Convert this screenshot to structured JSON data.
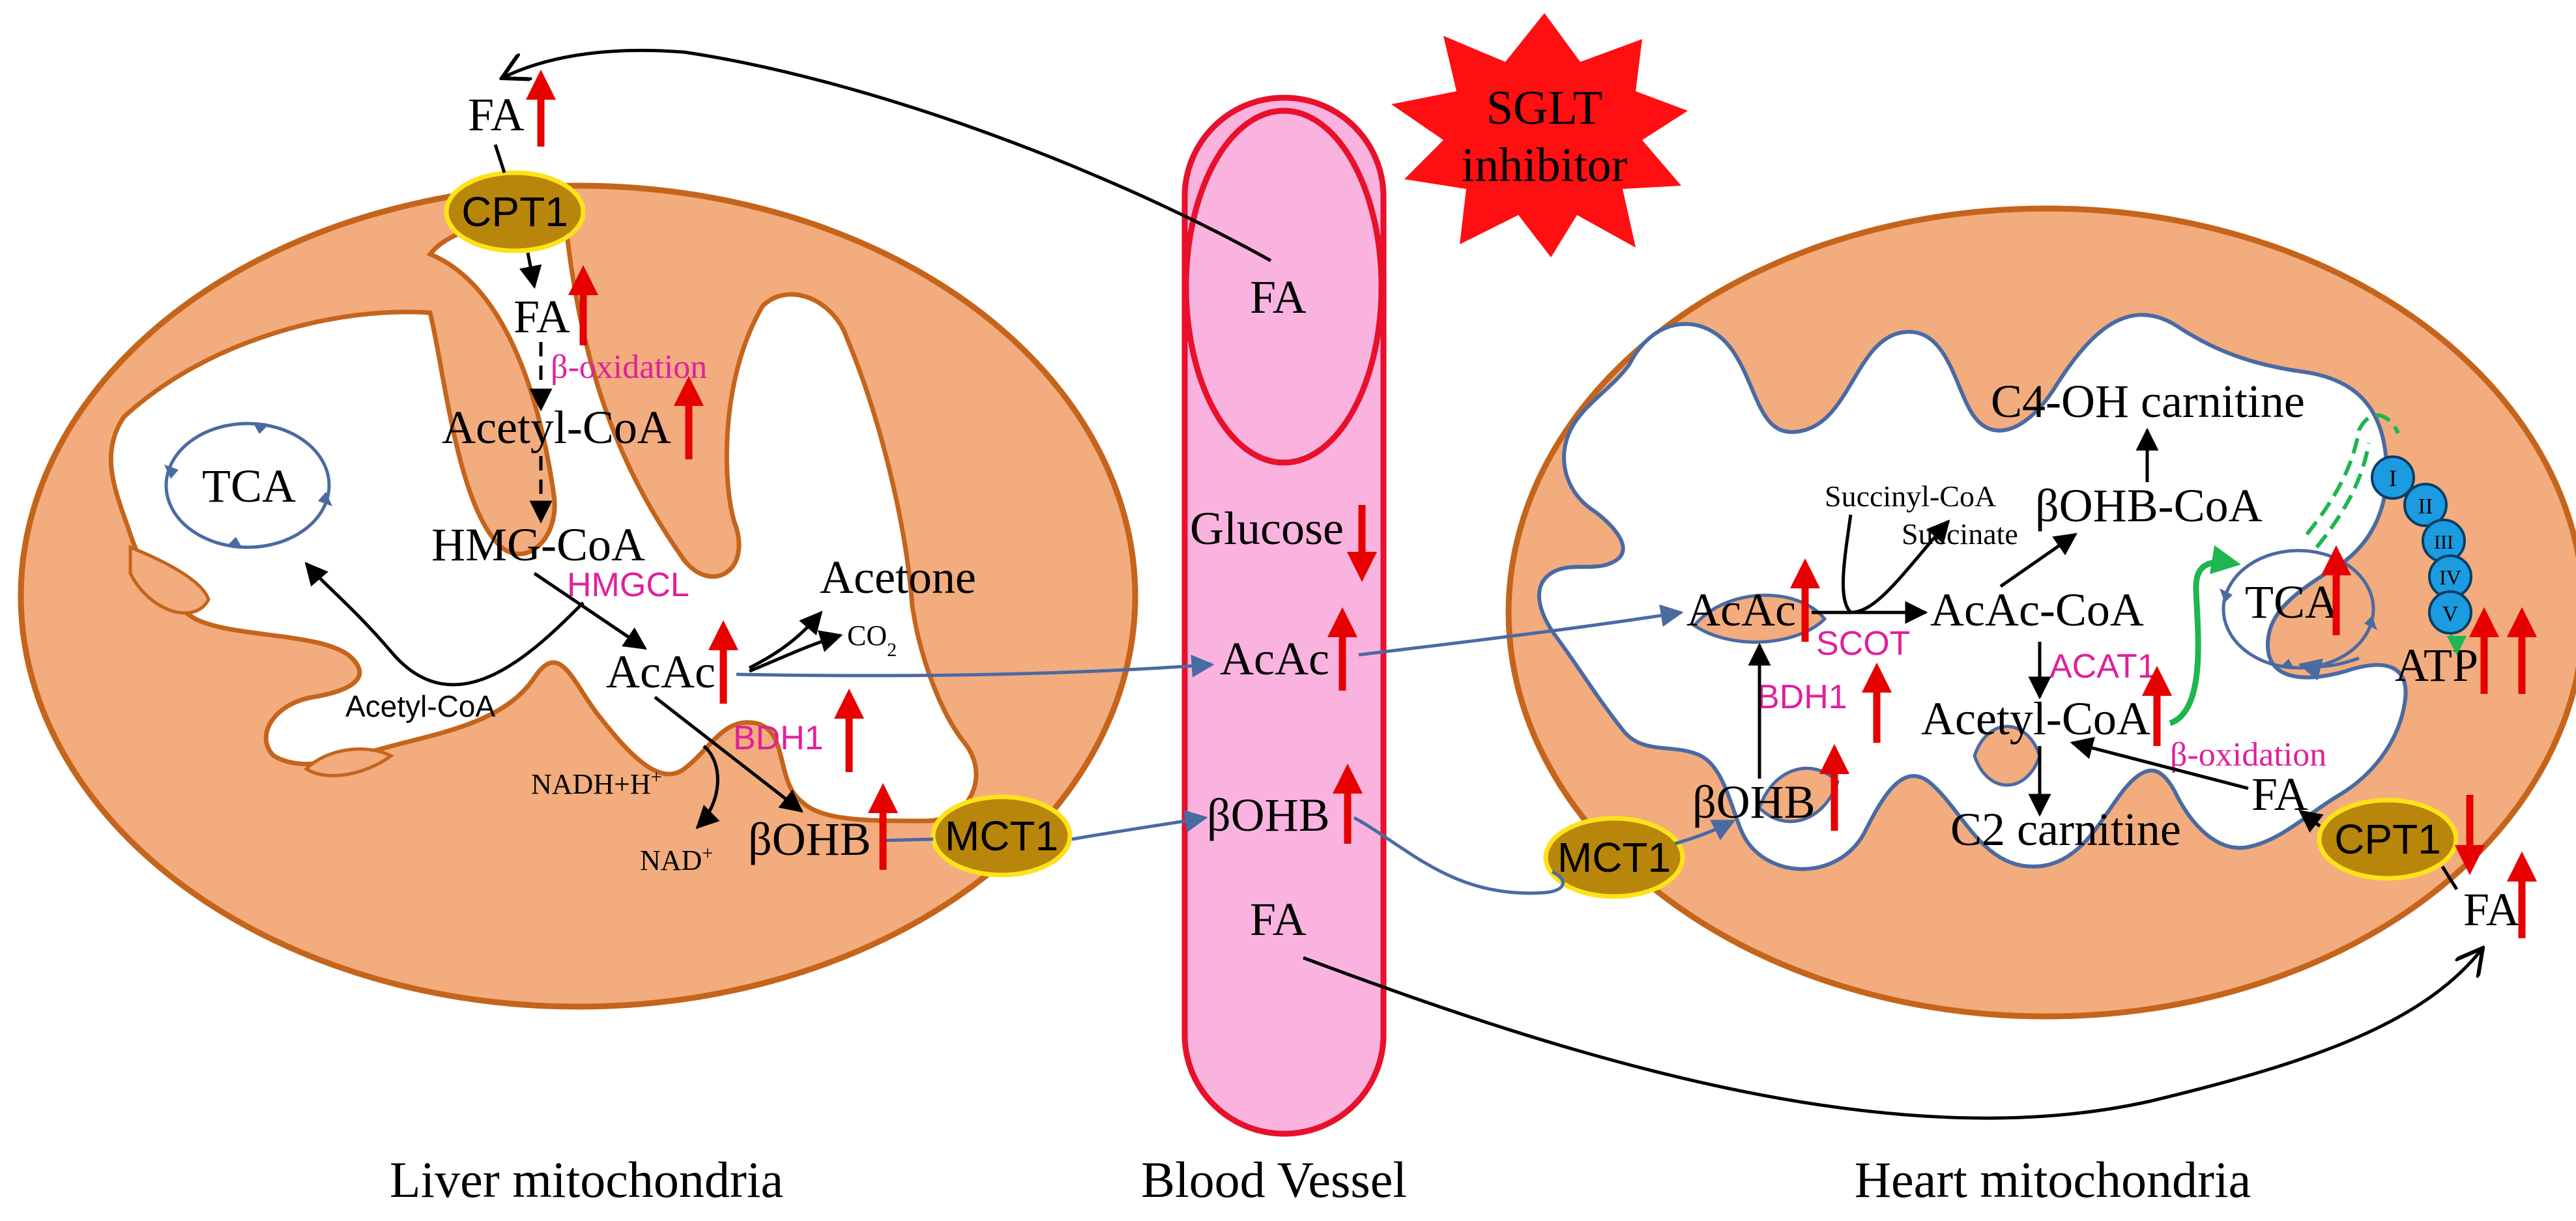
{
  "colors": {
    "membrane": "#f2ac7e",
    "membrane_stroke_liver": "#c5641b",
    "membrane_stroke_heart": "#4a6aa2",
    "vessel_fill": "#f9b3de",
    "vessel_stroke": "#e8102b",
    "up_arrow": "#e60000",
    "enzyme_text": "#e0209c",
    "transporter": "#b8860b",
    "transporter_stroke": "#ffe31a",
    "flow_arrow": "#4a6aa2",
    "complex_fill": "#1c9be0",
    "green_arrow": "#1db64f",
    "burst": "#ff0f12"
  },
  "sglt": {
    "line1": "SGLT",
    "line2": "inhibitor"
  },
  "captions": {
    "liver": "Liver mitochondria",
    "vessel": "Blood Vessel",
    "heart": "Heart mitochondria"
  },
  "liver": {
    "fa_outside": "FA",
    "cpt1": "CPT1",
    "fa_inside": "FA",
    "beta_oxidation": "β-oxidation",
    "acetyl_coa": "Acetyl-CoA",
    "tca": "TCA",
    "hmg_coa": "HMG-CoA",
    "hmgcl": "HMGCL",
    "acetyl_coa_small": "Acetyl-CoA",
    "acetone": "Acetone",
    "co2": "CO",
    "co2_sub": "2",
    "acac": "AcAc",
    "bdh1": "BDH1",
    "nadh": "NADH+H",
    "nadh_sup": "+",
    "nad": "NAD",
    "nad_sup": "+",
    "bohb": "βOHB",
    "mct1": "MCT1"
  },
  "vessel": {
    "fa_top": "FA",
    "glucose": "Glucose",
    "acac": "AcAc",
    "bohb": "βOHB",
    "fa_bottom": "FA"
  },
  "heart": {
    "c4_carnitine": "C4-OH carnitine",
    "succinyl_coa": "Succinyl-CoA",
    "succinate": "Succinate",
    "bohb_coa": "βOHB-CoA",
    "acac": "AcAc",
    "scot": "SCOT",
    "acac_coa": "AcAc-CoA",
    "acat1": "ACAT1",
    "bdh1": "BDH1",
    "acetyl_coa": "Acetyl-CoA",
    "tca": "TCA",
    "atp": "ATP",
    "beta_oxidation": "β-oxidation",
    "fa_inside": "FA",
    "cpt1": "CPT1",
    "fa_outside": "FA",
    "bohb": "βOHB",
    "mct1": "MCT1",
    "c2_carnitine": "C2 carnitine",
    "complexes": [
      "I",
      "II",
      "III",
      "IV",
      "V"
    ]
  }
}
